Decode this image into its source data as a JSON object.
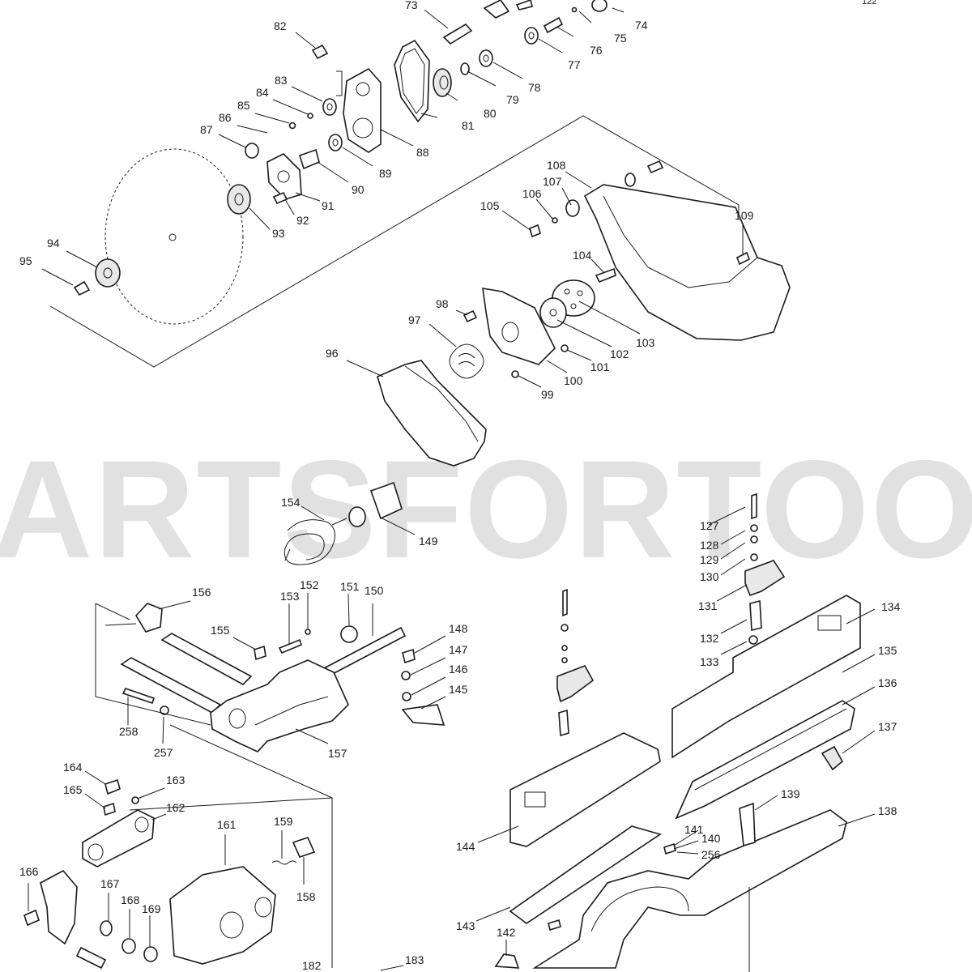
{
  "diagram": {
    "corner_label": "122",
    "watermark": "ARTSFORTOOLS.",
    "part_numbers": [
      "73",
      "74",
      "75",
      "76",
      "77",
      "78",
      "79",
      "80",
      "81",
      "82",
      "83",
      "84",
      "85",
      "86",
      "87",
      "88",
      "89",
      "90",
      "91",
      "92",
      "93",
      "94",
      "95",
      "96",
      "97",
      "98",
      "99",
      "100",
      "101",
      "102",
      "103",
      "104",
      "105",
      "106",
      "107",
      "108",
      "109",
      "127",
      "128",
      "129",
      "130",
      "131",
      "132",
      "133",
      "134",
      "135",
      "136",
      "137",
      "138",
      "139",
      "140",
      "141",
      "142",
      "143",
      "144",
      "145",
      "146",
      "147",
      "148",
      "149",
      "150",
      "151",
      "152",
      "153",
      "154",
      "155",
      "156",
      "157",
      "158",
      "159",
      "161",
      "162",
      "163",
      "164",
      "165",
      "166",
      "167",
      "168",
      "169",
      "182",
      "183",
      "256",
      "257",
      "258"
    ]
  }
}
